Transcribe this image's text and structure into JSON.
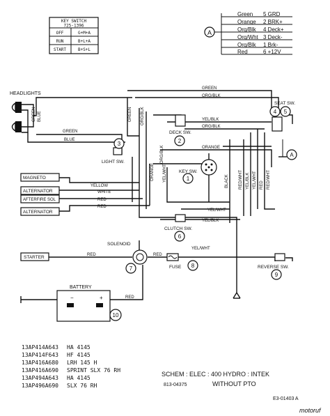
{
  "key_switch": {
    "title": "KEY SWITCH",
    "part": "725-1396",
    "rows": [
      {
        "pos": "OFF",
        "code": "G+M+A"
      },
      {
        "pos": "RUN",
        "code": "B+L+A"
      },
      {
        "pos": "START",
        "code": "B+S+L"
      }
    ]
  },
  "color_legend": {
    "marker": "A",
    "rows": [
      {
        "color": "Green",
        "pin": "5 GRD"
      },
      {
        "color": "Orange",
        "pin": "2 BRK+"
      },
      {
        "color": "Org/Blk",
        "pin": "4 Deck+"
      },
      {
        "color": "Org/Wht",
        "pin": "3 Deck-"
      },
      {
        "color": "Org/Blk",
        "pin": "1 Brk-"
      },
      {
        "color": "Red",
        "pin": "6 +12V"
      }
    ]
  },
  "components": {
    "headlights": "HEADLIGHTS",
    "magneto": "MAGNETO",
    "alternator1": "ALTERNATOR",
    "afterfire": "AFTERFIRE SOL",
    "alternator2": "ALTERNATOR",
    "starter": "STARTER",
    "solenoid": "SOLENOID",
    "battery": "BATTERY",
    "light_sw": "LIGHT SW.",
    "deck_sw": "DECK SW.",
    "key_sw": "KEY SW.",
    "clutch_sw": "CLUTCH SW.",
    "fuse": "FUSE",
    "reverse_sw": "REVERSE SW.",
    "seat_sw": "SEAT SW."
  },
  "wires": {
    "green": "GREEN",
    "blue": "BLUE",
    "red": "RED",
    "yellow": "YELLOW",
    "white": "WHITE",
    "org_blk": "ORG/BLK",
    "yel_blk": "YEL/BLK",
    "orange": "ORANGE",
    "yel_wht": "YEL/WHT",
    "red_wht": "RED/WHT",
    "black": "BLACK"
  },
  "callouts": [
    "1",
    "2",
    "3",
    "4",
    "5",
    "6",
    "7",
    "8",
    "9",
    "10"
  ],
  "callout_a": "A",
  "models": [
    {
      "code": "13AP414A643",
      "desc": "HA 4145"
    },
    {
      "code": "13AP414F643",
      "desc": "HF 4145"
    },
    {
      "code": "13AP416A680",
      "desc": "LRH 145 H"
    },
    {
      "code": "13AP416A690",
      "desc": "SPRINT SLX 76 RH"
    },
    {
      "code": "13AP494A643",
      "desc": "HA 4145"
    },
    {
      "code": "13AP496A690",
      "desc": "SLX 76 RH"
    }
  ],
  "schematic": {
    "title": "SCHEM : ELEC : 400 HYDRO : INTEK",
    "number": "813-04375",
    "subtitle": "WITHOUT PTO",
    "drawing_no": "E3-01403 A",
    "watermark": "motoruf"
  }
}
